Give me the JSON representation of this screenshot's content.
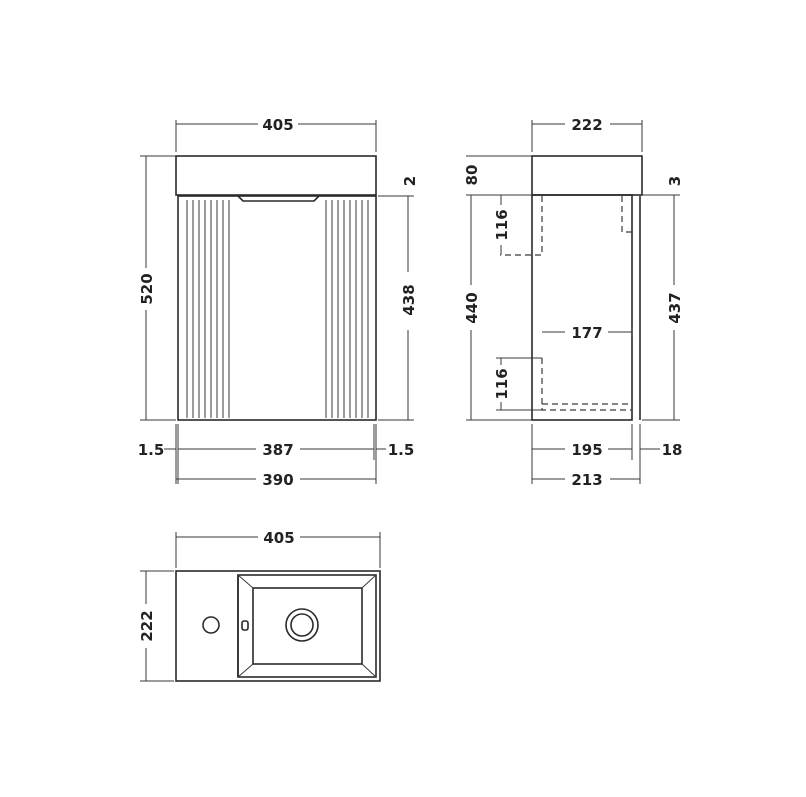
{
  "front_view": {
    "top_width": "405",
    "height": "520",
    "top_gap": "2",
    "door_height": "438",
    "left_gap": "1.5",
    "door_width": "387",
    "right_gap": "1.5",
    "body_width": "390"
  },
  "side_view": {
    "depth": "222",
    "top_thickness": "80",
    "top_gap": "3",
    "shelf_offset_top": "116",
    "body_height": "440",
    "door_height": "437",
    "inner_depth": "177",
    "shelf_offset_bottom": "116",
    "carcass_depth": "195",
    "door_thickness": "18",
    "total_depth": "213"
  },
  "plan_view": {
    "width": "405",
    "depth": "222"
  }
}
